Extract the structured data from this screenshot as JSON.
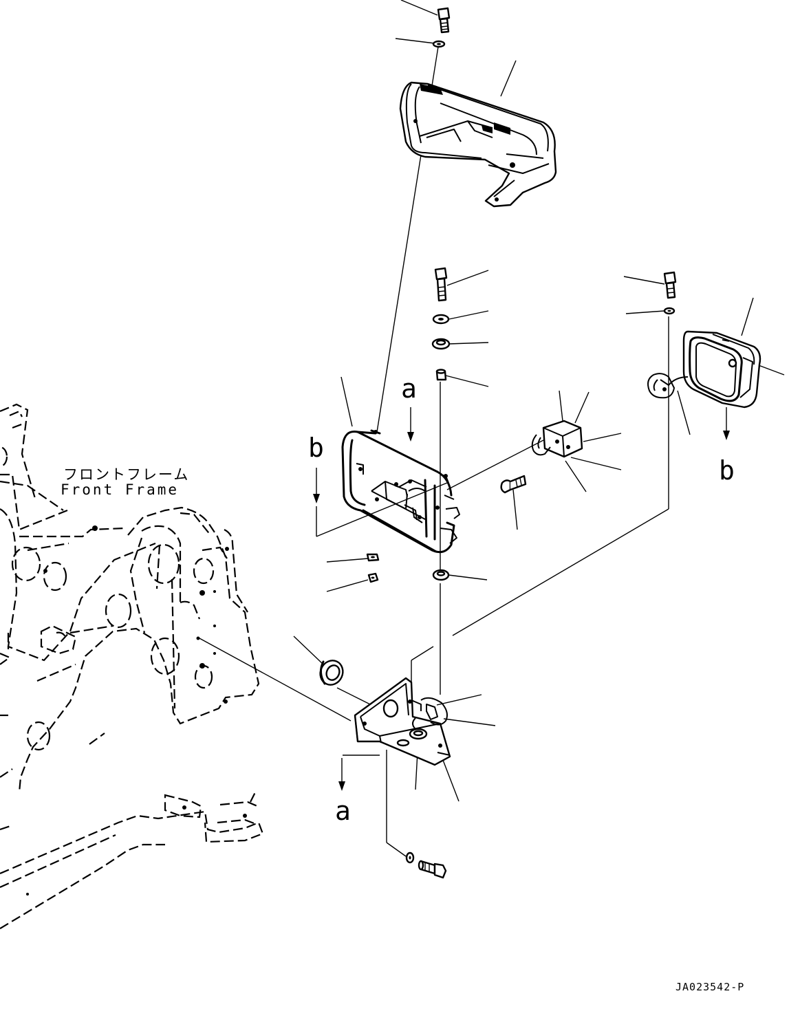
{
  "labels": {
    "frame_jp": "フロントフレーム",
    "frame_en": "Front Frame",
    "view_a_top": "a",
    "view_a_bottom": "a",
    "view_b_left": "b",
    "view_b_right": "b",
    "drawing_code": "JA023542-P"
  }
}
